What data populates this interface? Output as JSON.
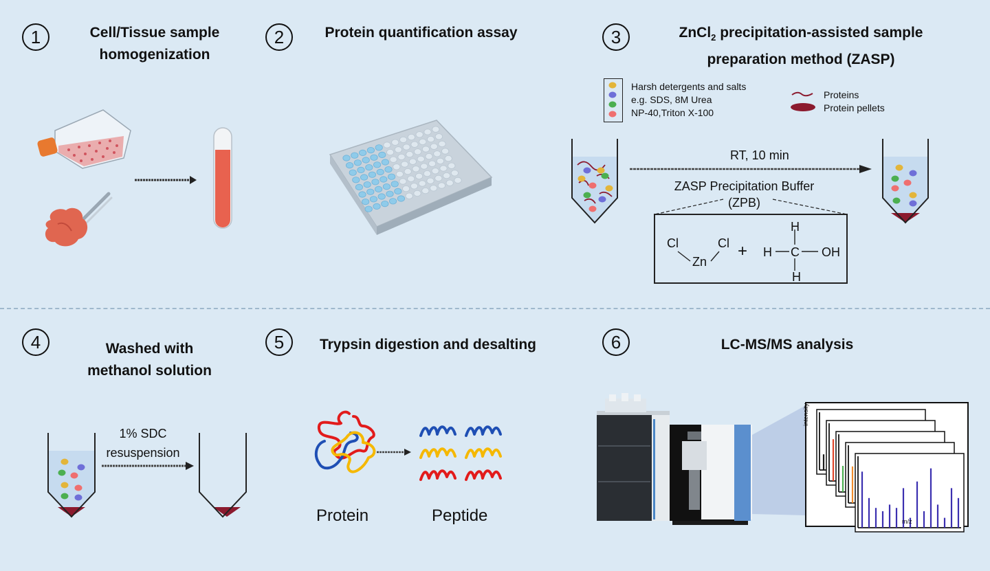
{
  "steps": [
    {
      "num": "1",
      "title_l1": "Cell/Tissue sample",
      "title_l2": "homogenization"
    },
    {
      "num": "2",
      "title_l1": "Protein quantification assay"
    },
    {
      "num": "3",
      "title_l1_pre": "ZnCl",
      "title_l1_sub": "2",
      "title_l1_post": " precipitation-assisted sample",
      "title_l2": "preparation method (ZASP)"
    },
    {
      "num": "4",
      "title_l1": "Washed with",
      "title_l2": "methanol solution"
    },
    {
      "num": "5",
      "title_l1": "Trypsin digestion and desalting"
    },
    {
      "num": "6",
      "title_l1": "LC-MS/MS analysis"
    }
  ],
  "legend": {
    "detergents_l1": "Harsh detergents and salts",
    "detergents_l2": "e.g. SDS, 8M Urea",
    "detergents_l3": "NP-40,Triton X-100",
    "proteins": "Proteins",
    "pellets": "Protein pellets"
  },
  "step3": {
    "condition": "RT, 10 min",
    "buffer_l1": "ZASP Precipitation Buffer",
    "buffer_l2": "(ZPB)",
    "cl1": "Cl",
    "cl2": "Cl",
    "zn": "Zn",
    "plus": "+",
    "h_top": "H",
    "h_left": "H",
    "c": "C",
    "oh": "OH",
    "h_bottom": "H"
  },
  "step4": {
    "arrow_l1": "1% SDC",
    "arrow_l2": "resuspension"
  },
  "step5": {
    "protein_label": "Protein",
    "peptide_label": "Peptide"
  },
  "step6": {
    "ylabel": "intensity",
    "xlabel": "m/z"
  },
  "colors": {
    "background": "#dbe9f4",
    "tube_liquid": "#e8624f",
    "pellet": "#8b1a2e",
    "well": "#8fcbea",
    "dot_yellow": "#e3b53a",
    "dot_blue": "#6f6fd8",
    "dot_green": "#4caf50",
    "dot_red": "#ef6f6f"
  }
}
